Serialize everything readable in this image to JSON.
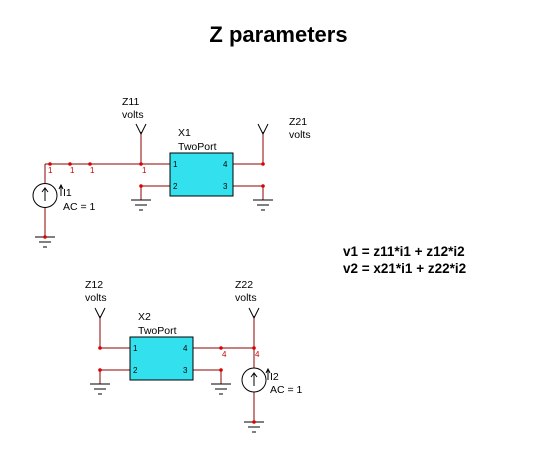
{
  "title": "Z parameters",
  "equations": [
    "v1 = z11*i1 + z12*i2",
    "v2 = x21*i1 + z22*i2"
  ],
  "probes": {
    "z11": {
      "name": "Z11",
      "unit": "volts"
    },
    "z21": {
      "name": "Z21",
      "unit": "volts"
    },
    "z12": {
      "name": "Z12",
      "unit": "volts"
    },
    "z22": {
      "name": "Z22",
      "unit": "volts"
    }
  },
  "components": {
    "x1": {
      "ref": "X1",
      "model": "TwoPort",
      "pins": [
        "1",
        "2",
        "3",
        "4"
      ]
    },
    "x2": {
      "ref": "X2",
      "model": "TwoPort",
      "pins": [
        "1",
        "2",
        "3",
        "4"
      ]
    },
    "i1": {
      "ref": "I1",
      "value": "AC = 1"
    },
    "i2": {
      "ref": "I2",
      "value": "AC = 1"
    }
  },
  "node_labels": {
    "top_node": "1",
    "bottom_node": "4"
  },
  "colors": {
    "wire": "#8b0000",
    "block_fill": "#33e0ee",
    "node_dot": "#dd0000",
    "node_label": "#cc0000"
  }
}
